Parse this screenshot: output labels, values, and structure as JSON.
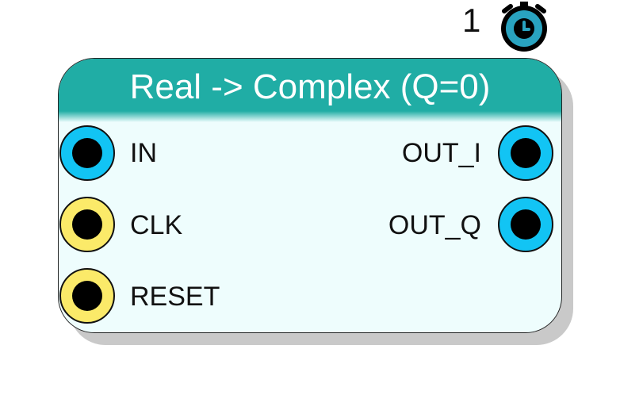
{
  "timer": {
    "count": "1",
    "icon": "stopwatch-icon",
    "color": "#29a3c0"
  },
  "block": {
    "title": "Real -> Complex (Q=0)",
    "header_color": "#20ada5",
    "body_color": "#eefdfd",
    "inputs": [
      {
        "label": "IN",
        "kind": "data",
        "color": "#12c4f4"
      },
      {
        "label": "CLK",
        "kind": "control",
        "color": "#fbea69"
      },
      {
        "label": "RESET",
        "kind": "control",
        "color": "#fbea69"
      }
    ],
    "outputs": [
      {
        "label": "OUT_I",
        "kind": "data",
        "color": "#12c4f4"
      },
      {
        "label": "OUT_Q",
        "kind": "data",
        "color": "#12c4f4"
      }
    ]
  }
}
